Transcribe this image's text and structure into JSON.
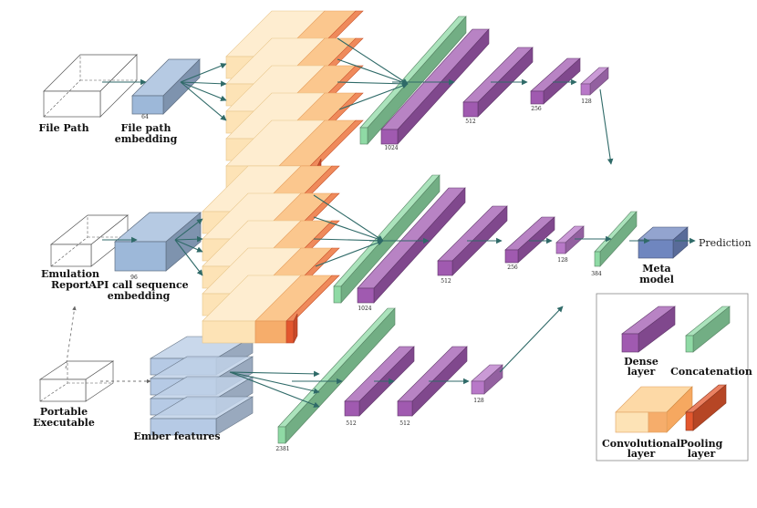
{
  "inputs": {
    "file_path": "File Path",
    "emulation_report": [
      "Emulation",
      "Report"
    ],
    "portable_executable": [
      "Portable",
      "Executable"
    ]
  },
  "embeddings": {
    "file_path": {
      "label": [
        "File path",
        "embedding"
      ],
      "dim": "64"
    },
    "api": {
      "label": [
        "API call sequence",
        "embedding"
      ],
      "dim": "96"
    },
    "ember": {
      "label": "Ember features"
    }
  },
  "branch_top": {
    "concat": "1024",
    "dense": [
      "512",
      "256",
      "128"
    ]
  },
  "branch_mid": {
    "concat": "1024",
    "dense": [
      "512",
      "256",
      "128"
    ]
  },
  "branch_bottom": {
    "concat": "2381",
    "dense": [
      "512",
      "512",
      "128"
    ]
  },
  "merge_concat": "384",
  "meta_model": [
    "Meta",
    "model"
  ],
  "prediction": "Prediction",
  "legend": {
    "dense": [
      "Dense",
      "layer"
    ],
    "concat": "Concatenation",
    "conv": [
      "Convolutional",
      "layer"
    ],
    "pool": [
      "Pooling",
      "layer"
    ]
  },
  "colors": {
    "embedding_blue": "#9db8d9",
    "conv_light": "#fde3b6",
    "conv_orange": "#f6ad6b",
    "pool_red": "#e3572e",
    "concat_green": "#8fdaa5",
    "dense_purple": "#a05ab0",
    "meta_blue": "#6f86bf",
    "arrow_teal": "#2f6a68"
  }
}
